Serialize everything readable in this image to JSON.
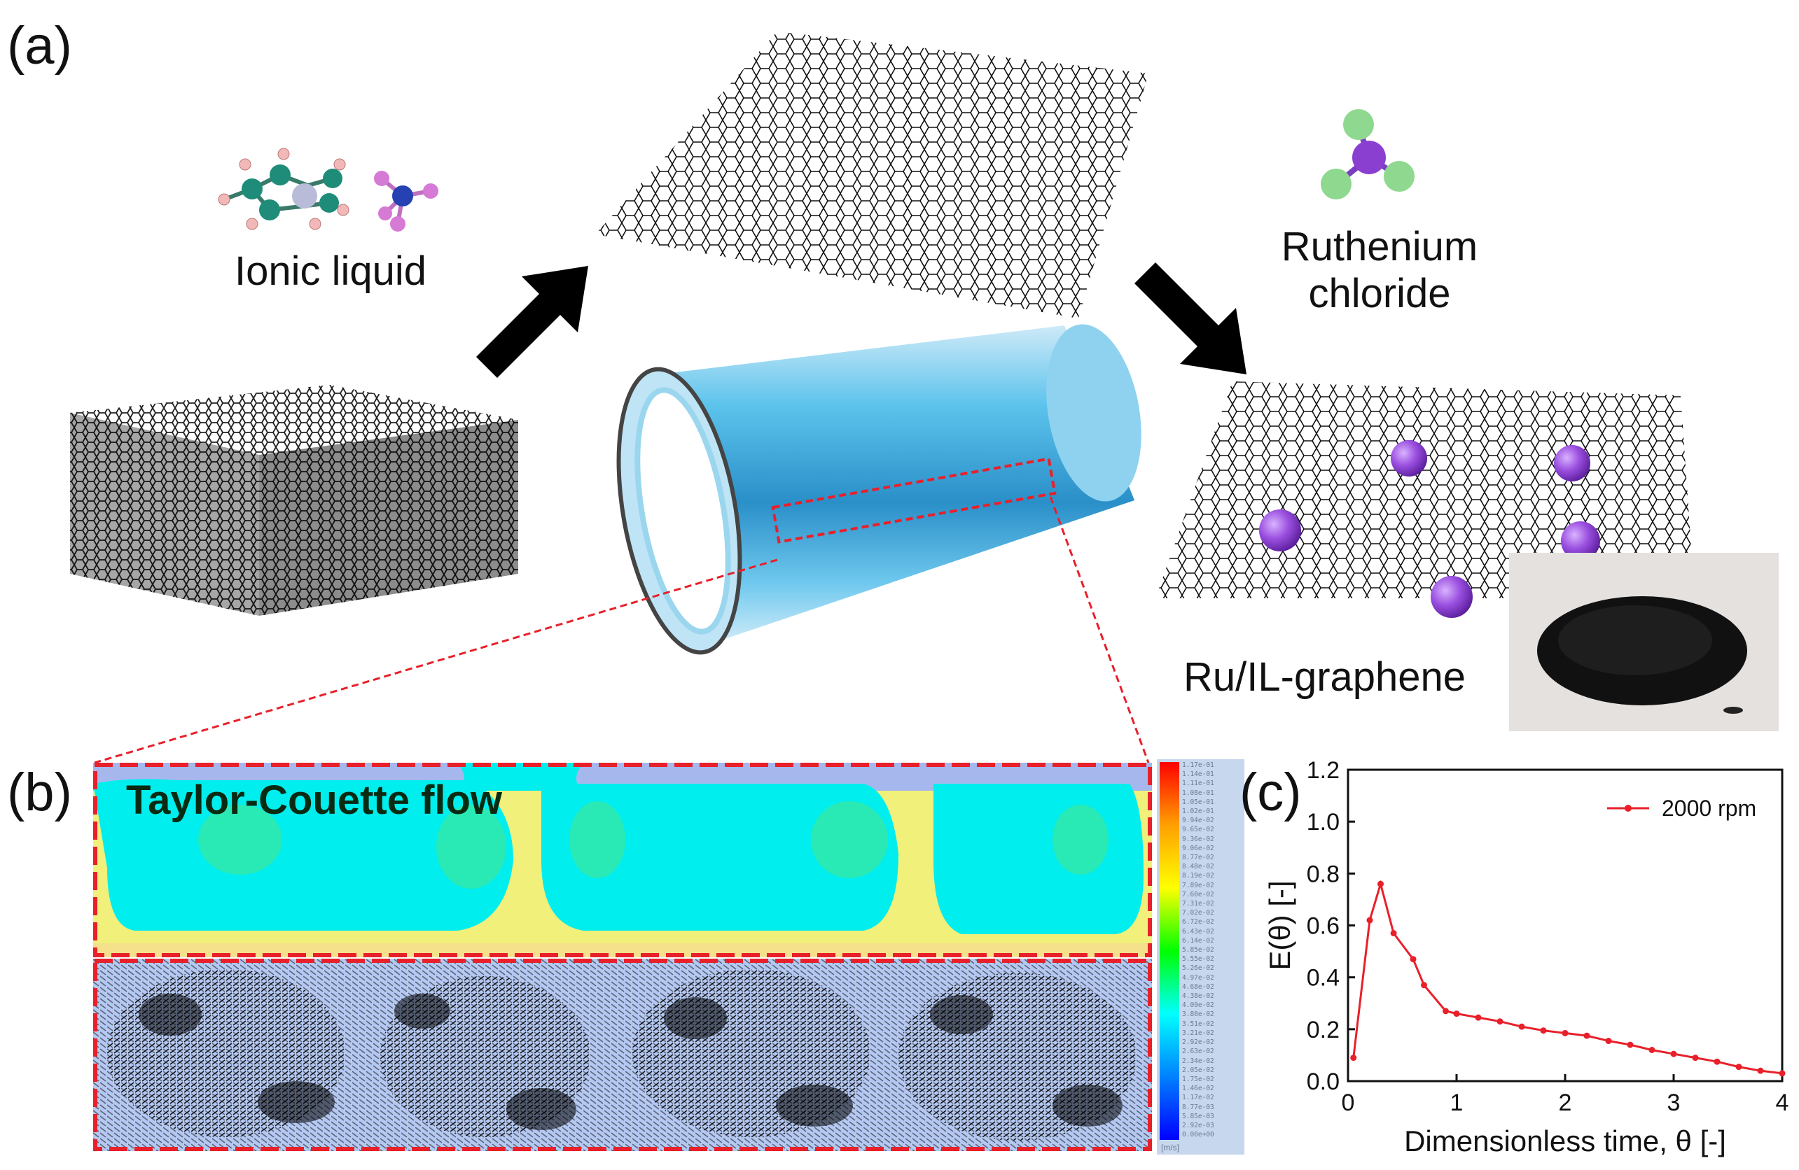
{
  "panels": {
    "a": {
      "label": "(a)",
      "ionic_liquid_label": "Ionic liquid",
      "ruthenium_label_line1": "Ruthenium",
      "ruthenium_label_line2": "chloride",
      "product_label": "Ru/IL-graphene"
    },
    "b": {
      "label": "(b)",
      "flow_title": "Taylor-Couette flow",
      "colorbar_ticks": [
        "1.17e-01",
        "1.14e-01",
        "1.11e-01",
        "1.08e-01",
        "1.05e-01",
        "1.02e-01",
        "9.94e-02",
        "9.65e-02",
        "9.36e-02",
        "9.06e-02",
        "8.77e-02",
        "8.48e-02",
        "8.19e-02",
        "7.89e-02",
        "7.60e-02",
        "7.31e-02",
        "7.02e-02",
        "6.72e-02",
        "6.43e-02",
        "6.14e-02",
        "5.85e-02",
        "5.55e-02",
        "5.26e-02",
        "4.97e-02",
        "4.68e-02",
        "4.38e-02",
        "4.09e-02",
        "3.80e-02",
        "3.51e-02",
        "3.21e-02",
        "2.92e-02",
        "2.63e-02",
        "2.34e-02",
        "2.05e-02",
        "1.75e-02",
        "1.46e-02",
        "1.17e-02",
        "8.77e-03",
        "5.85e-03",
        "2.92e-03",
        "0.00e+00"
      ],
      "colorbar_unit": "[m/s]"
    },
    "c": {
      "label": "(c)"
    }
  },
  "colors": {
    "accent_red": "#e8202a",
    "fluid_cyan": "#00f0f0",
    "fluid_yellow": "#f0f07a",
    "vector_bg": "#b4c8f2",
    "ruthenium_purple": "#8a3fd1"
  },
  "chart_data": {
    "type": "line",
    "title": "",
    "xlabel": "Dimensionless time, θ [-]",
    "ylabel": "E(θ) [-]",
    "xlim": [
      0,
      4
    ],
    "ylim": [
      0,
      1.2
    ],
    "xticks": [
      "0",
      "1",
      "2",
      "3",
      "4"
    ],
    "yticks": [
      "0.0",
      "0.2",
      "0.4",
      "0.6",
      "0.8",
      "1.0",
      "1.2"
    ],
    "legend": "top-right",
    "grid": false,
    "series": [
      {
        "name": "2000 rpm",
        "color": "#e8202a",
        "x": [
          0.05,
          0.2,
          0.3,
          0.42,
          0.6,
          0.7,
          0.9,
          1.0,
          1.2,
          1.4,
          1.6,
          1.8,
          2.0,
          2.2,
          2.4,
          2.6,
          2.8,
          3.0,
          3.2,
          3.4,
          3.6,
          3.8,
          4.0
        ],
        "y": [
          0.09,
          0.62,
          0.76,
          0.57,
          0.47,
          0.37,
          0.27,
          0.26,
          0.245,
          0.23,
          0.21,
          0.195,
          0.185,
          0.175,
          0.155,
          0.14,
          0.12,
          0.105,
          0.09,
          0.075,
          0.055,
          0.04,
          0.03
        ]
      }
    ]
  }
}
